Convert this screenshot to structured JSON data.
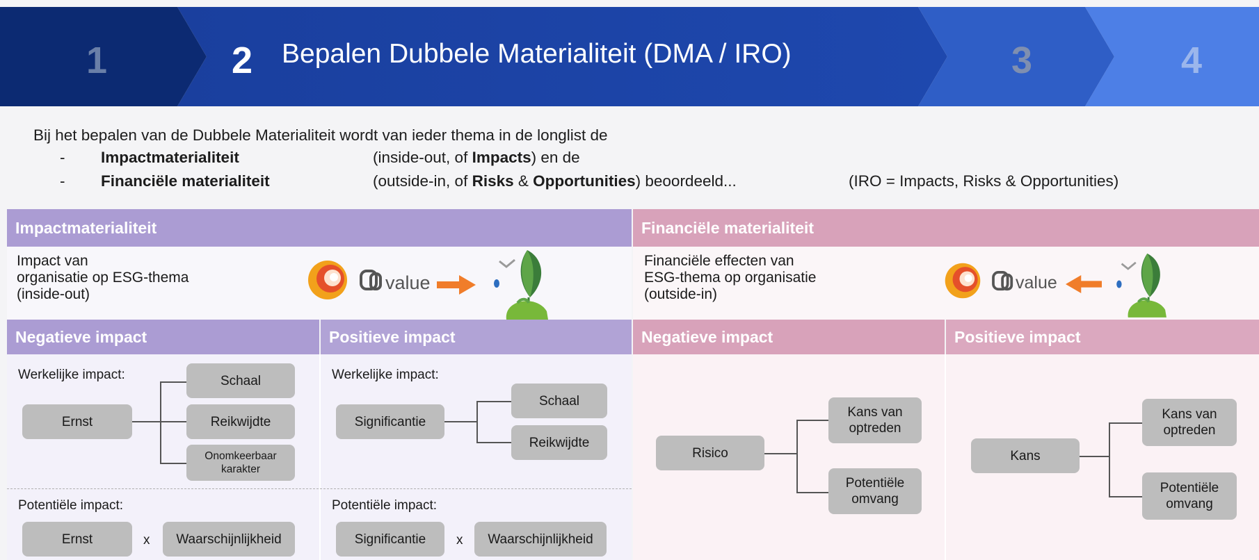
{
  "header": {
    "steps": [
      "1",
      "2",
      "3",
      "4"
    ],
    "title": "Bepalen Dubbele Materialiteit (DMA / IRO)"
  },
  "intro": {
    "line1": "Bij het bepalen van de Dubbele Materialiteit wordt van ieder thema in de longlist de",
    "bullet_dash": "-",
    "item1_label": "Impactmaterialiteit",
    "item1_text_a": "(inside-out, of ",
    "item1_text_b": "Impacts",
    "item1_text_c": ") en de",
    "item2_label": "Financiële materialiteit",
    "item2_text_a": "(outside-in, of ",
    "item2_text_b": "Risks",
    "item2_text_c": " & ",
    "item2_text_d": "Opportunities",
    "item2_text_e": ") beoordeeld...",
    "iro_note": "(IRO = Impacts, Risks & Opportunities)"
  },
  "impact": {
    "title": "Impactmaterialiteit",
    "desc": [
      "Impact van",
      "organisatie op ESG-thema",
      "(inside-out)"
    ],
    "logo_text": "value",
    "negative": {
      "title": "Negatieve impact",
      "actual_label": "Werkelijke impact:",
      "root": "Ernst",
      "branches": [
        "Schaal",
        "Reikwijdte",
        "Onomkeerbaar karakter"
      ],
      "potential_label": "Potentiële impact:",
      "pot_a": "Ernst",
      "pot_x": "x",
      "pot_b": "Waarschijnlijkheid"
    },
    "positive": {
      "title": "Positieve impact",
      "actual_label": "Werkelijke impact:",
      "root": "Significantie",
      "branches": [
        "Schaal",
        "Reikwijdte"
      ],
      "potential_label": "Potentiële impact:",
      "pot_a": "Significantie",
      "pot_x": "x",
      "pot_b": "Waarschijnlijkheid"
    }
  },
  "financial": {
    "title": "Financiële materialiteit",
    "desc": [
      "Financiële effecten van",
      "ESG-thema op organisatie",
      "(outside-in)"
    ],
    "logo_text": "value",
    "negative": {
      "title": "Negatieve impact",
      "root": "Risico",
      "branches": [
        "Kans van optreden",
        "Potentiële omvang"
      ]
    },
    "positive": {
      "title": "Positieve impact",
      "root": "Kans",
      "branches": [
        "Kans van optreden",
        "Potentiële omvang"
      ]
    }
  },
  "colors": {
    "navy": "#0d2d7a",
    "blue": "#1a45a8",
    "purple": "#a99ad0",
    "pink": "#d8a0b8",
    "box": "#bdbdbd"
  }
}
